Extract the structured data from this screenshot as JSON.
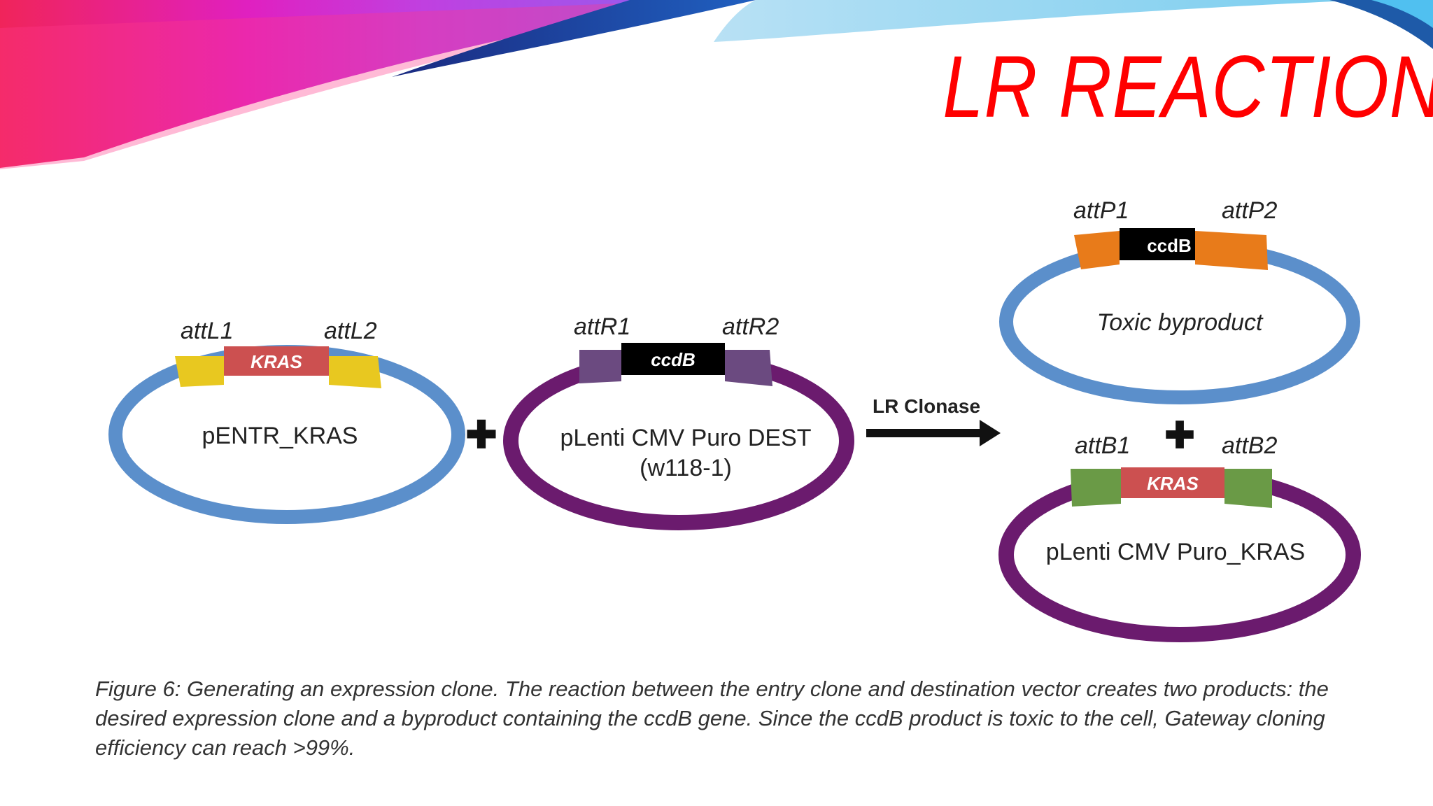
{
  "slide": {
    "title": "LR REACTION"
  },
  "colors": {
    "title": "#ff0000",
    "ring_blue": "#5b8fcb",
    "ring_purple": "#6b1b6e",
    "att_yellow": "#e8c820",
    "att_purple": "#6b4a80",
    "att_orange": "#e87b1a",
    "att_green": "#6a9a46",
    "gene_red": "#cc5050",
    "ccdb_black": "#000000"
  },
  "diagram": {
    "entry": {
      "name": "pENTR_KRAS",
      "site_left": "attL1",
      "site_right": "attL2",
      "gene": "KRAS"
    },
    "plus_1": "✚",
    "dest": {
      "name_line1": "pLenti CMV Puro DEST",
      "name_line2": "(w118-1)",
      "site_left": "attR1",
      "site_right": "attR2",
      "gene": "ccdB"
    },
    "arrow_label": "LR Clonase",
    "byproduct": {
      "name": "Toxic byproduct",
      "site_left": "attP1",
      "site_right": "attP2",
      "gene": "ccdB"
    },
    "plus_2": "✚",
    "expression": {
      "name": "pLenti CMV Puro_KRAS",
      "site_left": "attB1",
      "site_right": "attB2",
      "gene": "KRAS"
    }
  },
  "caption": "Figure 6: Generating an expression clone. The reaction between the entry clone and destination vector creates two products: the desired expression clone and a byproduct containing the ccdB gene. Since the ccdB product is toxic to the cell, Gateway cloning efficiency can reach >99%."
}
